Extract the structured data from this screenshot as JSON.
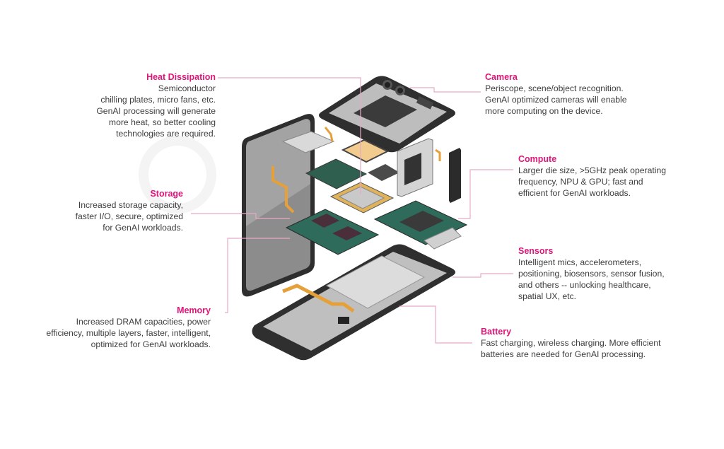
{
  "accent_color": "#e0157a",
  "leader_color": "#e8a9c6",
  "callouts": {
    "heat": {
      "title": "Heat Dissipation",
      "lines": [
        "Semiconductor",
        "chilling plates, micro fans, etc.",
        "GenAI processing will generate",
        "more heat, so better cooling",
        "technologies are required."
      ]
    },
    "storage": {
      "title": "Storage",
      "lines": [
        "Increased storage capacity,",
        "faster I/O, secure, optimized",
        "for GenAI workloads."
      ]
    },
    "memory": {
      "title": "Memory",
      "lines": [
        "Increased DRAM capacities, power",
        "efficiency, multiple layers, faster, intelligent,",
        "optimized for GenAI workloads."
      ]
    },
    "camera": {
      "title": "Camera",
      "lines": [
        "Periscope, scene/object recognition.",
        "GenAI optimized cameras will enable",
        "more computing on the device."
      ]
    },
    "compute": {
      "title": "Compute",
      "lines": [
        "Larger die size, >5GHz peak operating",
        "frequency, NPU & GPU; fast and",
        "efficient for GenAI workloads."
      ]
    },
    "sensors": {
      "title": "Sensors",
      "lines": [
        "Intelligent mics, accelerometers,",
        "positioning, biosensors, sensor fusion,",
        "and others -- unlocking healthcare,",
        "spatial UX, etc."
      ]
    },
    "battery": {
      "title": "Battery",
      "lines": [
        "Fast charging, wireless charging. More efficient",
        "batteries are needed for GenAI processing."
      ]
    }
  }
}
